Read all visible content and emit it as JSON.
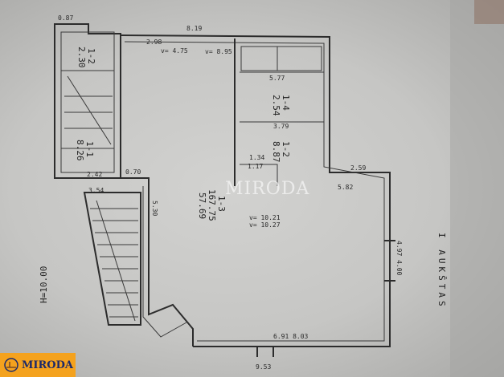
{
  "plan": {
    "floor_title": "I AUKŠTAS",
    "height_label": "H=10.00",
    "dimensions": {
      "top_left": "0.87",
      "top_total": "8.19",
      "top_mid": "2.98",
      "v1": "v= 4.75",
      "v2": "v= 8.95",
      "kitchen_width": "5.77",
      "room2_width": "3.79",
      "stair_left": "2.42",
      "stair_lower": "3.54",
      "gap": "0.70",
      "closet_outer": "1.34",
      "closet_inner": "1.17",
      "right_step": "2.59",
      "right_step2": "5.82",
      "v3": "v= 10.21",
      "v4": "v= 10.27",
      "bottom_total": "9.53",
      "bottom_inner": "6.91  8.03",
      "right_side": "4.97  4.00",
      "left_side": "5.30"
    },
    "rooms": [
      {
        "code": "1-2",
        "area": "2.30"
      },
      {
        "code": "1-1",
        "area": "8.26"
      },
      {
        "code": "1-4",
        "area": "2.54"
      },
      {
        "code": "1-2",
        "area": "8.87"
      },
      {
        "code": "1-3",
        "area": "167.75",
        "extra": "57.69"
      }
    ]
  },
  "logo": {
    "text": "MIRODA"
  },
  "watermark": {
    "text": "MIRODA"
  }
}
